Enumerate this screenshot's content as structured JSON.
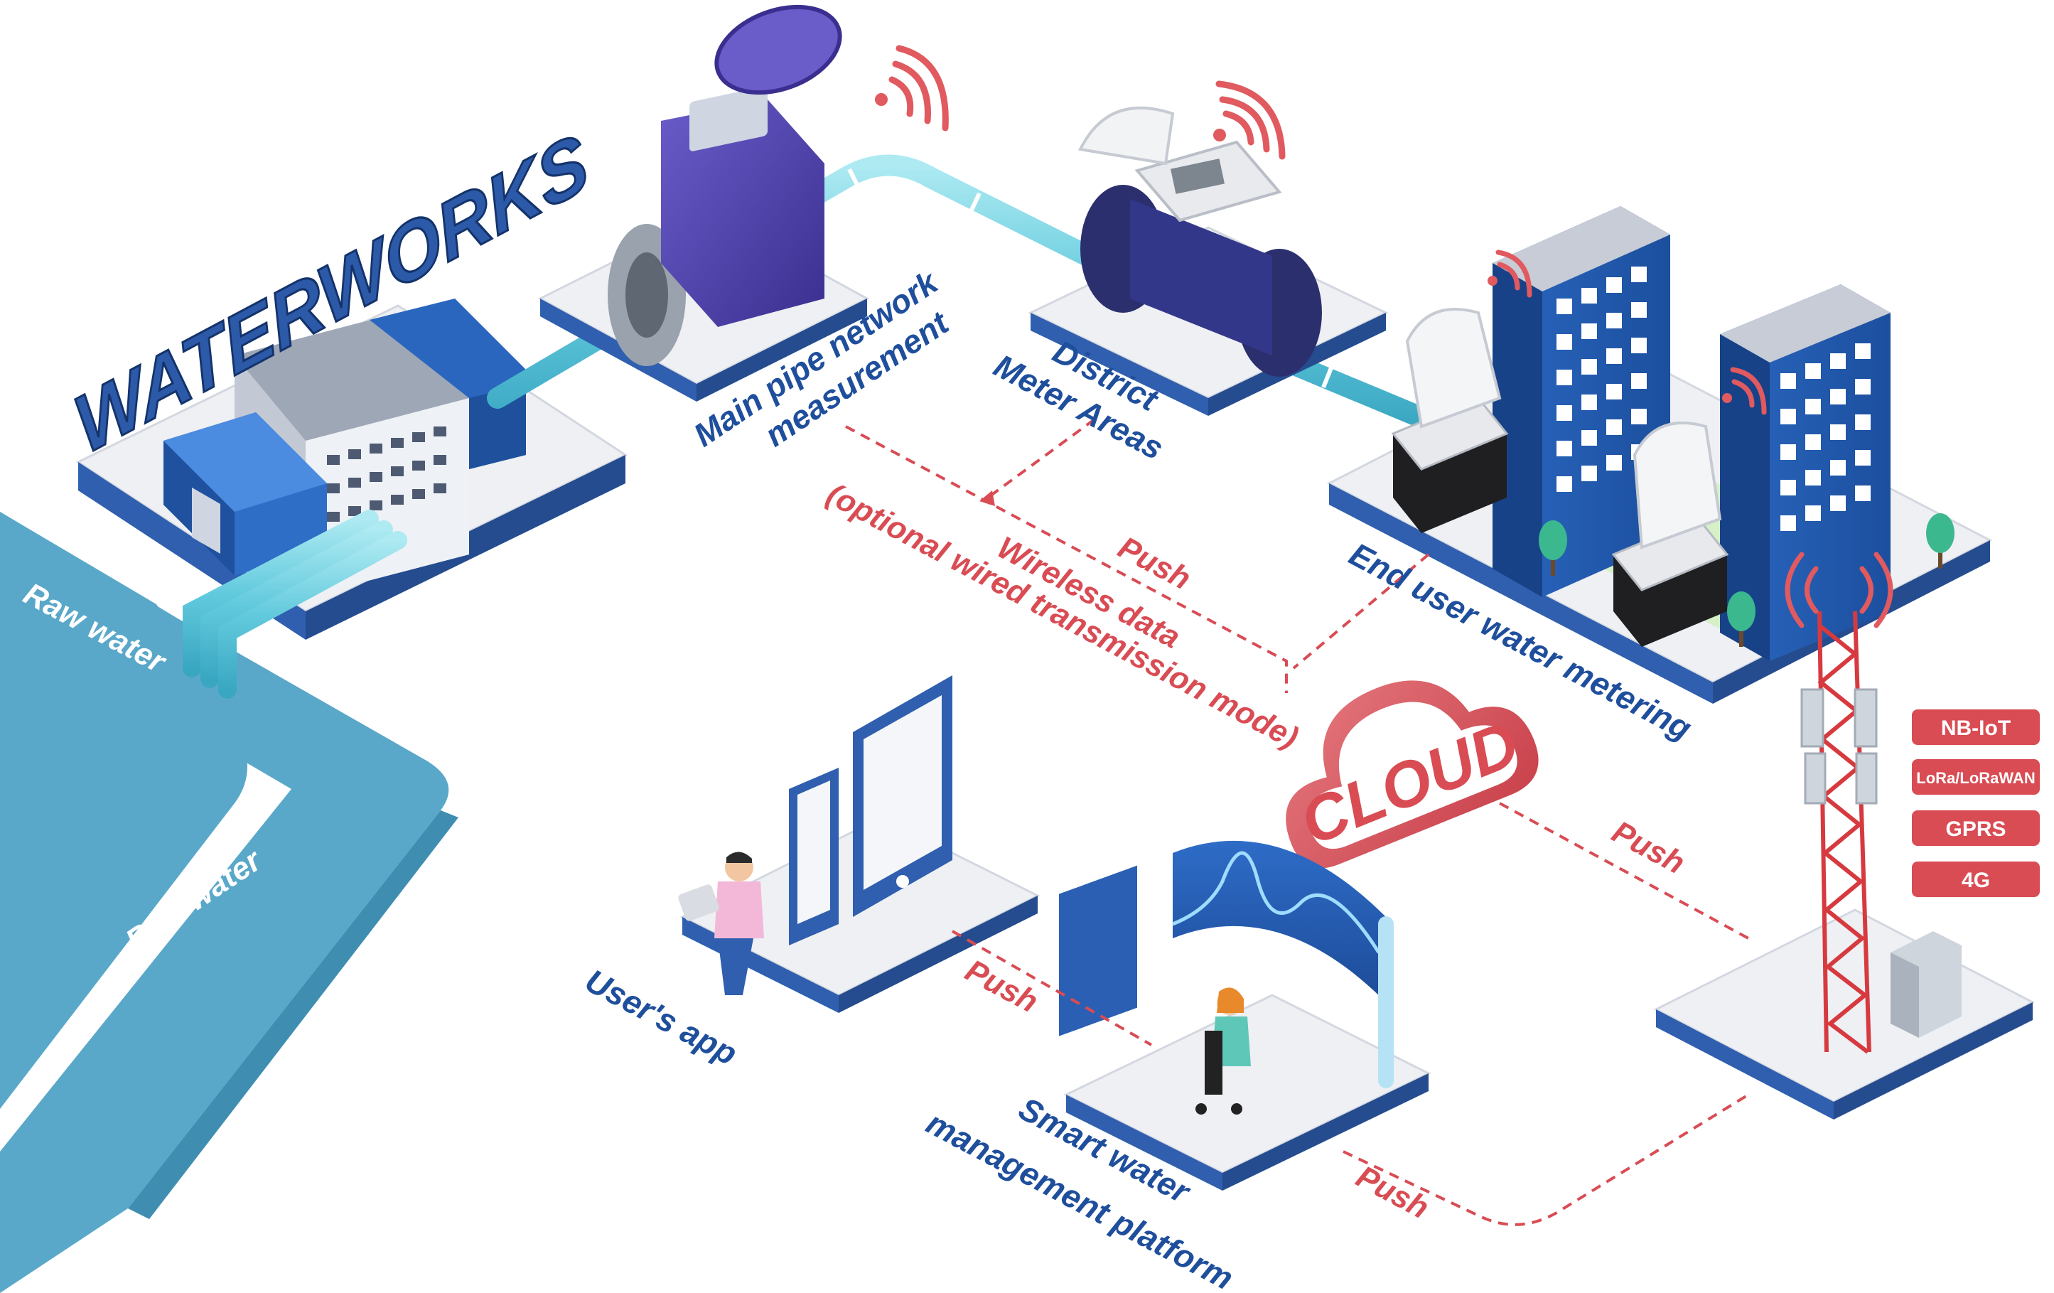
{
  "logo": {
    "text": "WATERWORKS"
  },
  "labels": {
    "raw_water_1": "Raw water",
    "raw_water_2": "Raw water",
    "main_pipe_1": "Main pipe network",
    "main_pipe_2": "measurement",
    "dma_1": "District",
    "dma_2": "Meter Areas",
    "end_user": "End user water metering",
    "wireless_1": "Wireless data",
    "wireless_2": "(optional wired transmission mode)",
    "push_top": "Push",
    "push_right": "Push",
    "push_app": "Push",
    "push_bottom": "Push",
    "users_app": "User's app",
    "platform_1": "Smart water",
    "platform_2": "management platform"
  },
  "cloud": {
    "text": "CLOUD"
  },
  "networks": [
    {
      "label": "NB-IoT"
    },
    {
      "label": "LoRa/LoRaWAN"
    },
    {
      "label": "GPRS"
    },
    {
      "label": "4G"
    }
  ],
  "colors": {
    "accent_blue": "#1f4f9c",
    "pipe": "#6fd3e3",
    "river": "#5aa8c9",
    "dash_red": "#d94c54",
    "platform_top": "#eef0f4",
    "platform_side": "#2f5fae"
  }
}
